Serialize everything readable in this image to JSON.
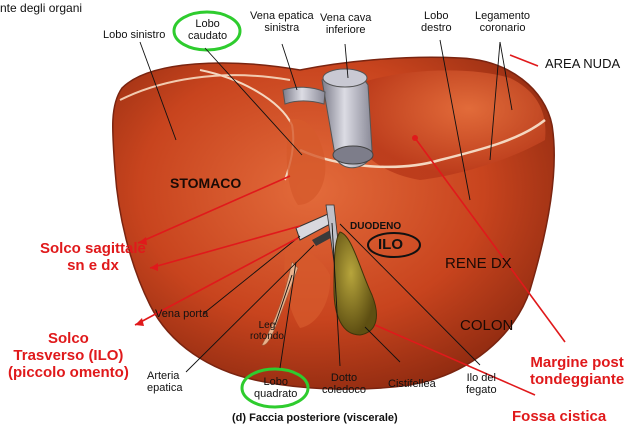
{
  "header": {
    "title_fragment": "nte degli organi"
  },
  "labels": {
    "lobo_sinistro": "Lobo sinistro",
    "lobo_caudato": [
      "Lobo",
      "caudato"
    ],
    "vena_epatica_sinistra": [
      "Vena epatica",
      "sinistra"
    ],
    "vena_cava_inferiore": [
      "Vena cava",
      "inferiore"
    ],
    "lobo_destro": [
      "Lobo",
      "destro"
    ],
    "legamento_coronario": [
      "Legamento",
      "coronario"
    ],
    "area_nuda": "AREA NUDA",
    "stomaco": "STOMACO",
    "duodeno": "DUODENO",
    "ilo": "ILO",
    "rene_dx": "RENE DX",
    "colon": "COLON",
    "solco_sagittale": [
      "Solco sagittale",
      "sn e dx"
    ],
    "solco_trasverso": [
      "Solco",
      "Trasverso (ILO)",
      "(piccolo omento)"
    ],
    "vena_porta": "Vena porta",
    "leg_rotondo": [
      "Leg",
      "rotondo"
    ],
    "arteria_epatica": [
      "Arteria",
      "epatica"
    ],
    "lobo_quadrato": [
      "Lobo",
      "quadrato"
    ],
    "dotto_coledoco": [
      "Dotto",
      "coledoco"
    ],
    "cistifellea": "Cistifellea",
    "ilo_del_fegato": [
      "Ilo del",
      "fegato"
    ],
    "margine_post": [
      "Margine post",
      "tondeggiante"
    ],
    "fossa_cistica": "Fossa cistica",
    "caption": "(d) Faccia posteriore (viscerale)"
  },
  "colors": {
    "liver": "#c8441e",
    "liver_light": "#e06a3a",
    "annotation_red": "#e0191b",
    "highlight_circle": "#2ecc2e",
    "vein_gray": "#a8a8b4",
    "gallbladder": "#8a7a22"
  }
}
